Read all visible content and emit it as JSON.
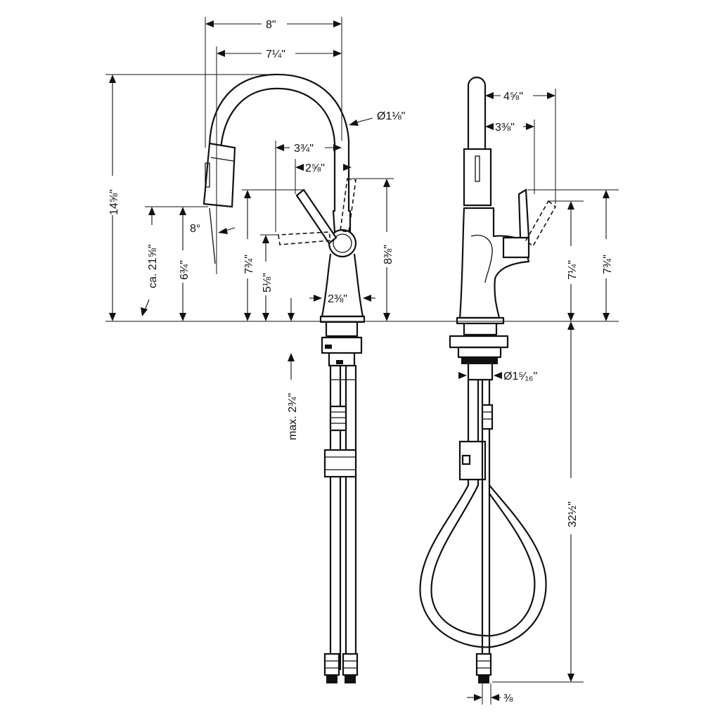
{
  "dimensions": {
    "width_8": "8\"",
    "width_7_1_4": "7¼\"",
    "height_14_5_8": "14⅝\"",
    "reach_21_5_8": "ca. 21⅝\"",
    "angle_8": "8°",
    "spray_height_6_3_4": "6¾\"",
    "handle_height_7_3_4_front": "7¾\"",
    "handle_height_5_1_8": "5⅛\"",
    "handle_offset_3_3_4": "3¾\"",
    "handle_offset_2_5_8": "2⅝\"",
    "height_8_3_8": "8⅜\"",
    "spout_diameter": "Ø1⅛\"",
    "base_width_2_3_8": "2⅜\"",
    "deck_max": "max. 2¾\"",
    "side_4_5_8": "4⅝\"",
    "side_3_3_8": "3⅜\"",
    "side_height_7_1_4": "7¼\"",
    "side_height_7_3_4": "7¾\"",
    "shank_diameter": "Ø1⁵⁄₁₆\"",
    "hose_length": "32½\"",
    "connection": "⅜"
  }
}
